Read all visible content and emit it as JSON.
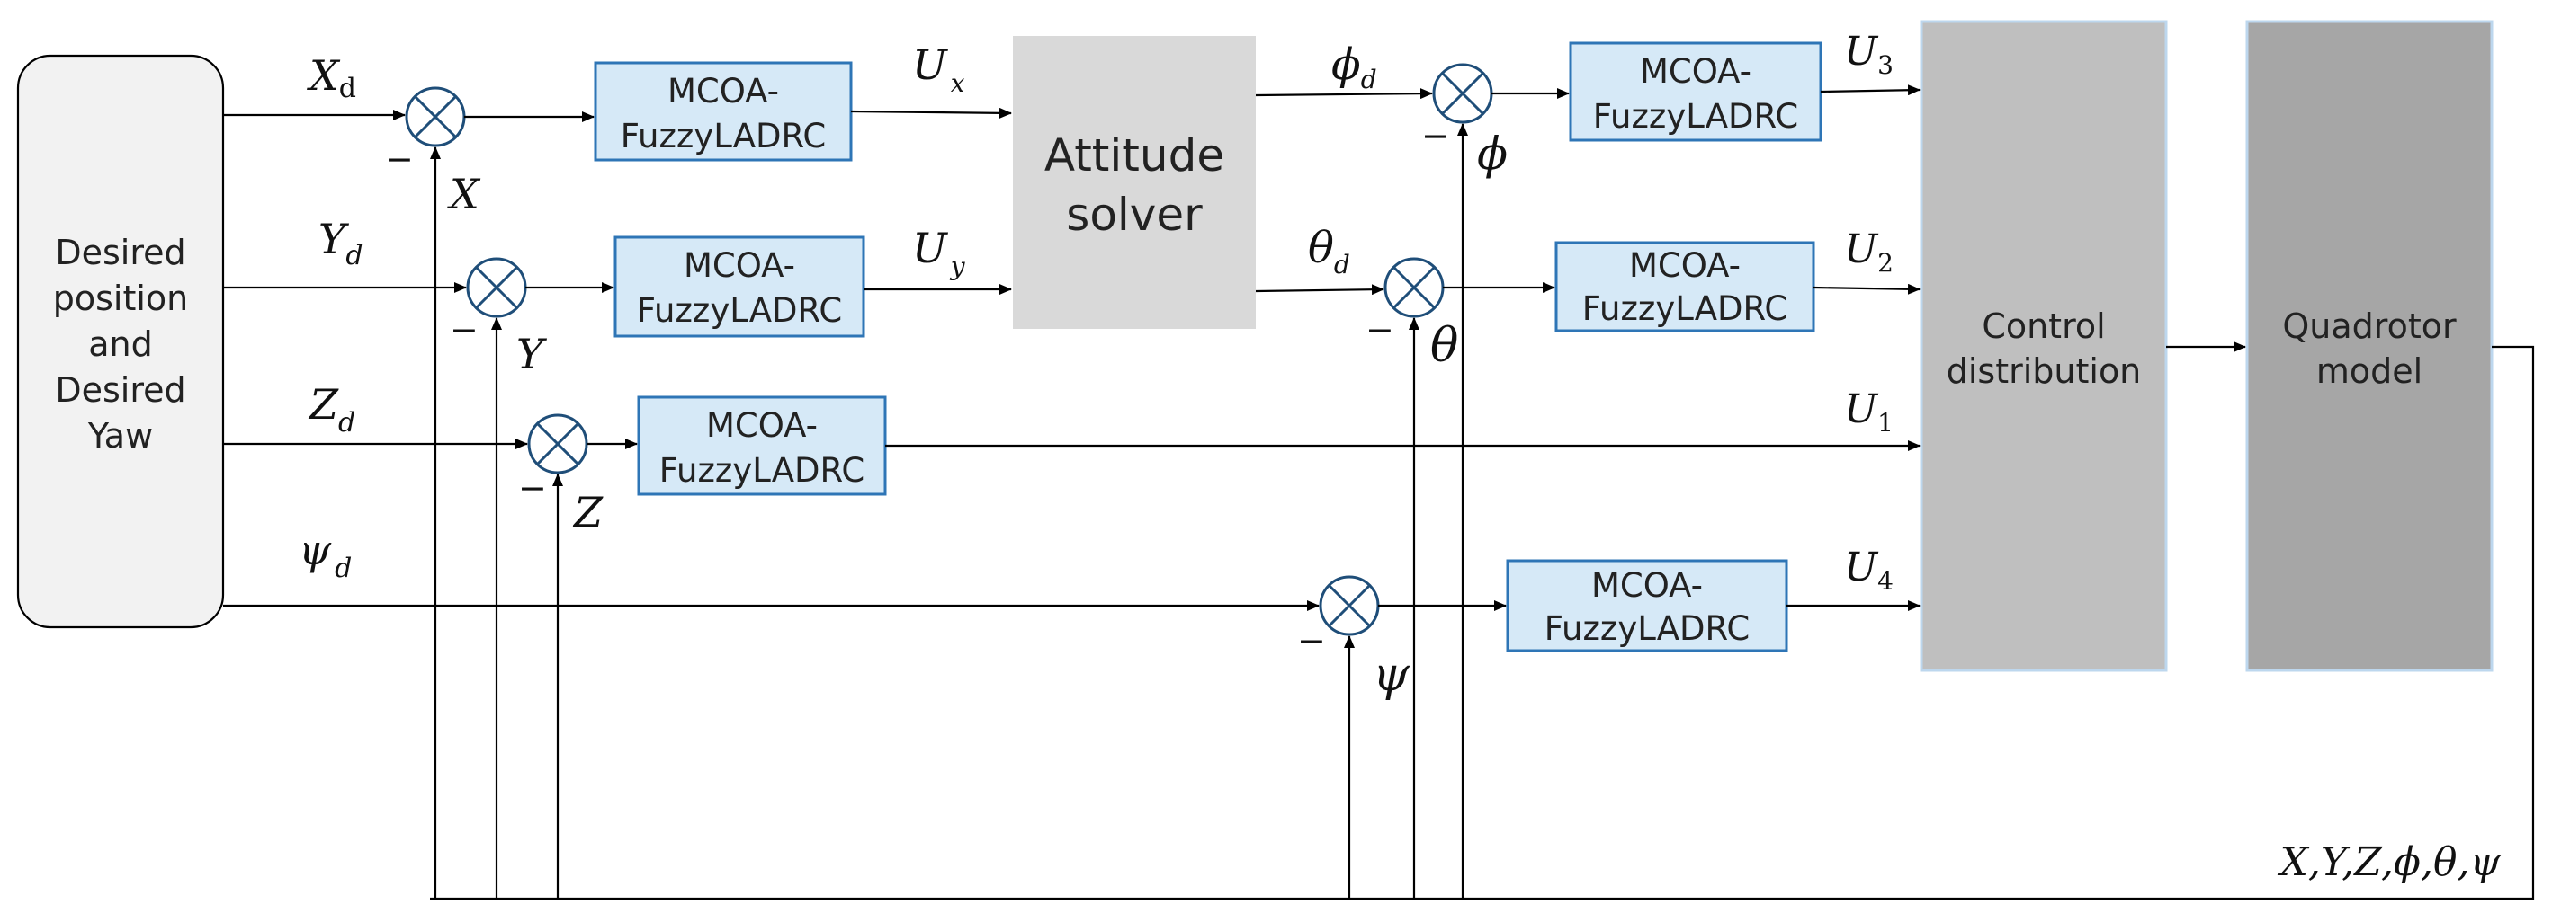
{
  "colors": {
    "controller_fill": "#d6e9f7",
    "controller_stroke": "#2e75b6",
    "attitude_fill": "#d9d9d9",
    "distribution_fill": "#bfbfbf",
    "distribution_stroke": "#bdd7ee",
    "model_fill": "#a6a6a6",
    "model_stroke": "#bdd7ee",
    "reference_fill": "#f2f2f2",
    "sum_stroke": "#1f4e79"
  },
  "reference_block": {
    "lines": [
      "Desired",
      "position",
      "and",
      "Desired",
      "Yaw"
    ]
  },
  "controller_label": {
    "line1": "MCOA-",
    "line2": "FuzzyLADRC"
  },
  "attitude_block": {
    "lines": [
      "Attitude",
      "solver"
    ]
  },
  "distribution_block": {
    "lines": [
      "Control",
      "distribution"
    ]
  },
  "model_block": {
    "lines": [
      "Quadrotor",
      "model"
    ]
  },
  "signals": {
    "x_ref": {
      "base": "X",
      "sub": "d"
    },
    "y_ref": {
      "base": "Y",
      "sub": "d"
    },
    "z_ref": {
      "base": "Z",
      "sub": "d"
    },
    "psi_ref": {
      "base": "ψ",
      "sub": "d"
    },
    "ux": {
      "base": "U",
      "sub": "x"
    },
    "uy": {
      "base": "U",
      "sub": "y"
    },
    "phi_ref": {
      "base": "ϕ",
      "sub": "d"
    },
    "theta_ref": {
      "base": "θ",
      "sub": "d"
    },
    "u1": {
      "base": "U",
      "sub": "1"
    },
    "u2": {
      "base": "U",
      "sub": "2"
    },
    "u3": {
      "base": "U",
      "sub": "3"
    },
    "u4": {
      "base": "U",
      "sub": "4"
    }
  },
  "feedback": {
    "x": "X",
    "y": "Y",
    "z": "Z",
    "phi": "ϕ",
    "theta": "θ",
    "psi": "ψ",
    "bus": "X,Y,Z,ϕ,θ,ψ"
  },
  "minus_sign": "−"
}
